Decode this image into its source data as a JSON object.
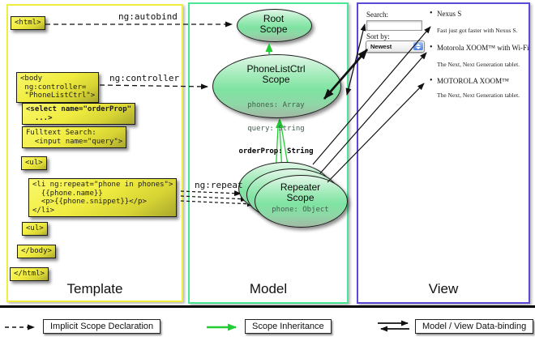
{
  "directives": {
    "autobind": "ng:autobind",
    "controller": "ng:controller",
    "repeat": "ng:repeat"
  },
  "template_column": {
    "label": "Template",
    "boxes": {
      "html_open": {
        "lines": [
          "<html>"
        ]
      },
      "body_open": {
        "lines": [
          "<body",
          " ng:controller=",
          " \"PhoneListCtrl\">"
        ]
      },
      "select": {
        "lines": [
          "<select name=\"orderProp\"",
          "  ...>"
        ]
      },
      "fulltext": {
        "lines": [
          "Fulltext Search:",
          "  <input name=\"query\">"
        ]
      },
      "ul_open": {
        "lines": [
          "<ul>"
        ]
      },
      "li_repeat": {
        "lines": [
          "<li ng:repeat=\"phone in phones\">",
          "  {{phone.name}}",
          "  <p>{{phone.snippet}}</p>",
          "</li>"
        ]
      },
      "ul_close": {
        "lines": [
          "<ul>"
        ]
      },
      "body_close": {
        "lines": [
          "</body>"
        ]
      },
      "html_close": {
        "lines": [
          "</html>"
        ]
      }
    }
  },
  "model_column": {
    "label": "Model",
    "root_scope": {
      "name": "Root",
      "type": "Scope"
    },
    "phonelist_scope": {
      "name": "PhoneListCtrl",
      "type": "Scope",
      "props": [
        "phones: Array",
        "query: String",
        "orderProp: String"
      ]
    },
    "repeater_scope": {
      "name": "Repeater",
      "type": "Scope",
      "prop": "phone: Object"
    }
  },
  "view_column": {
    "label": "View",
    "search_label": "Search:",
    "search_value": "",
    "sort_label": "Sort by:",
    "sort_value": "Newest",
    "items": [
      {
        "title": "Nexus S",
        "snippet": "Fast just got faster with Nexus S."
      },
      {
        "title": "Motorola XOOM™ with Wi-Fi",
        "snippet": "The Next, Next Generation tablet."
      },
      {
        "title": "MOTOROLA XOOM™",
        "snippet": "The Next, Next Generation tablet."
      }
    ]
  },
  "legend": {
    "implicit": "Implicit Scope Declaration",
    "inheritance": "Scope Inheritance",
    "databinding": "Model / View Data-binding"
  },
  "colors": {
    "template_border": "#f0ee3c",
    "model_border": "#4ae896",
    "view_border": "#5b4ad8",
    "code_box_fill": "#f0ec40",
    "scope_fill": "#7fe3a2",
    "inheritance_arrow": "#22cc33",
    "arrow_black": "#111111"
  }
}
